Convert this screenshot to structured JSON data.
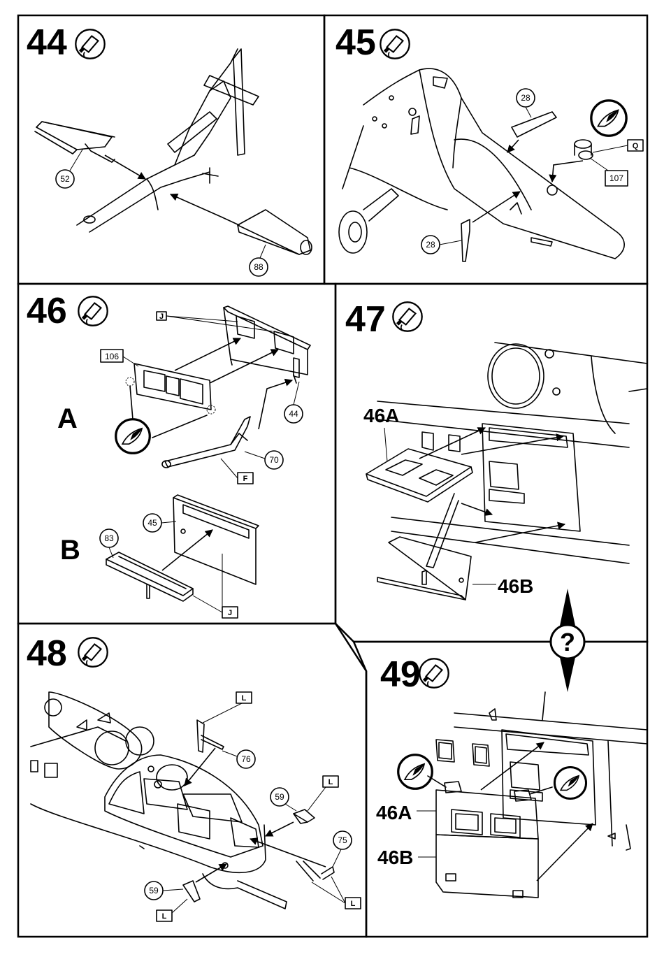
{
  "steps": [
    {
      "id": "step-44",
      "number": "44",
      "parts": [
        "52",
        "88"
      ]
    },
    {
      "id": "step-45",
      "number": "45",
      "parts": [
        "28",
        "28",
        "107"
      ],
      "tag": "Q"
    },
    {
      "id": "step-46",
      "number": "46",
      "sub_a": "A",
      "sub_b": "B",
      "parts": [
        "106",
        "44",
        "70",
        "83",
        "45"
      ],
      "tags": [
        "J",
        "F",
        "J"
      ]
    },
    {
      "id": "step-47",
      "number": "47",
      "ref_a": "46A",
      "ref_b": "46B"
    },
    {
      "id": "step-48",
      "number": "48",
      "parts": [
        "76",
        "59",
        "75",
        "59"
      ],
      "tags": [
        "L",
        "L",
        "L",
        "L"
      ]
    },
    {
      "id": "step-49",
      "number": "49",
      "ref_a": "46A",
      "ref_b": "46B"
    }
  ],
  "help_symbol": "?",
  "icons": {
    "glue": "glue-tube-icon",
    "detail": "magnifier-detail-icon"
  }
}
